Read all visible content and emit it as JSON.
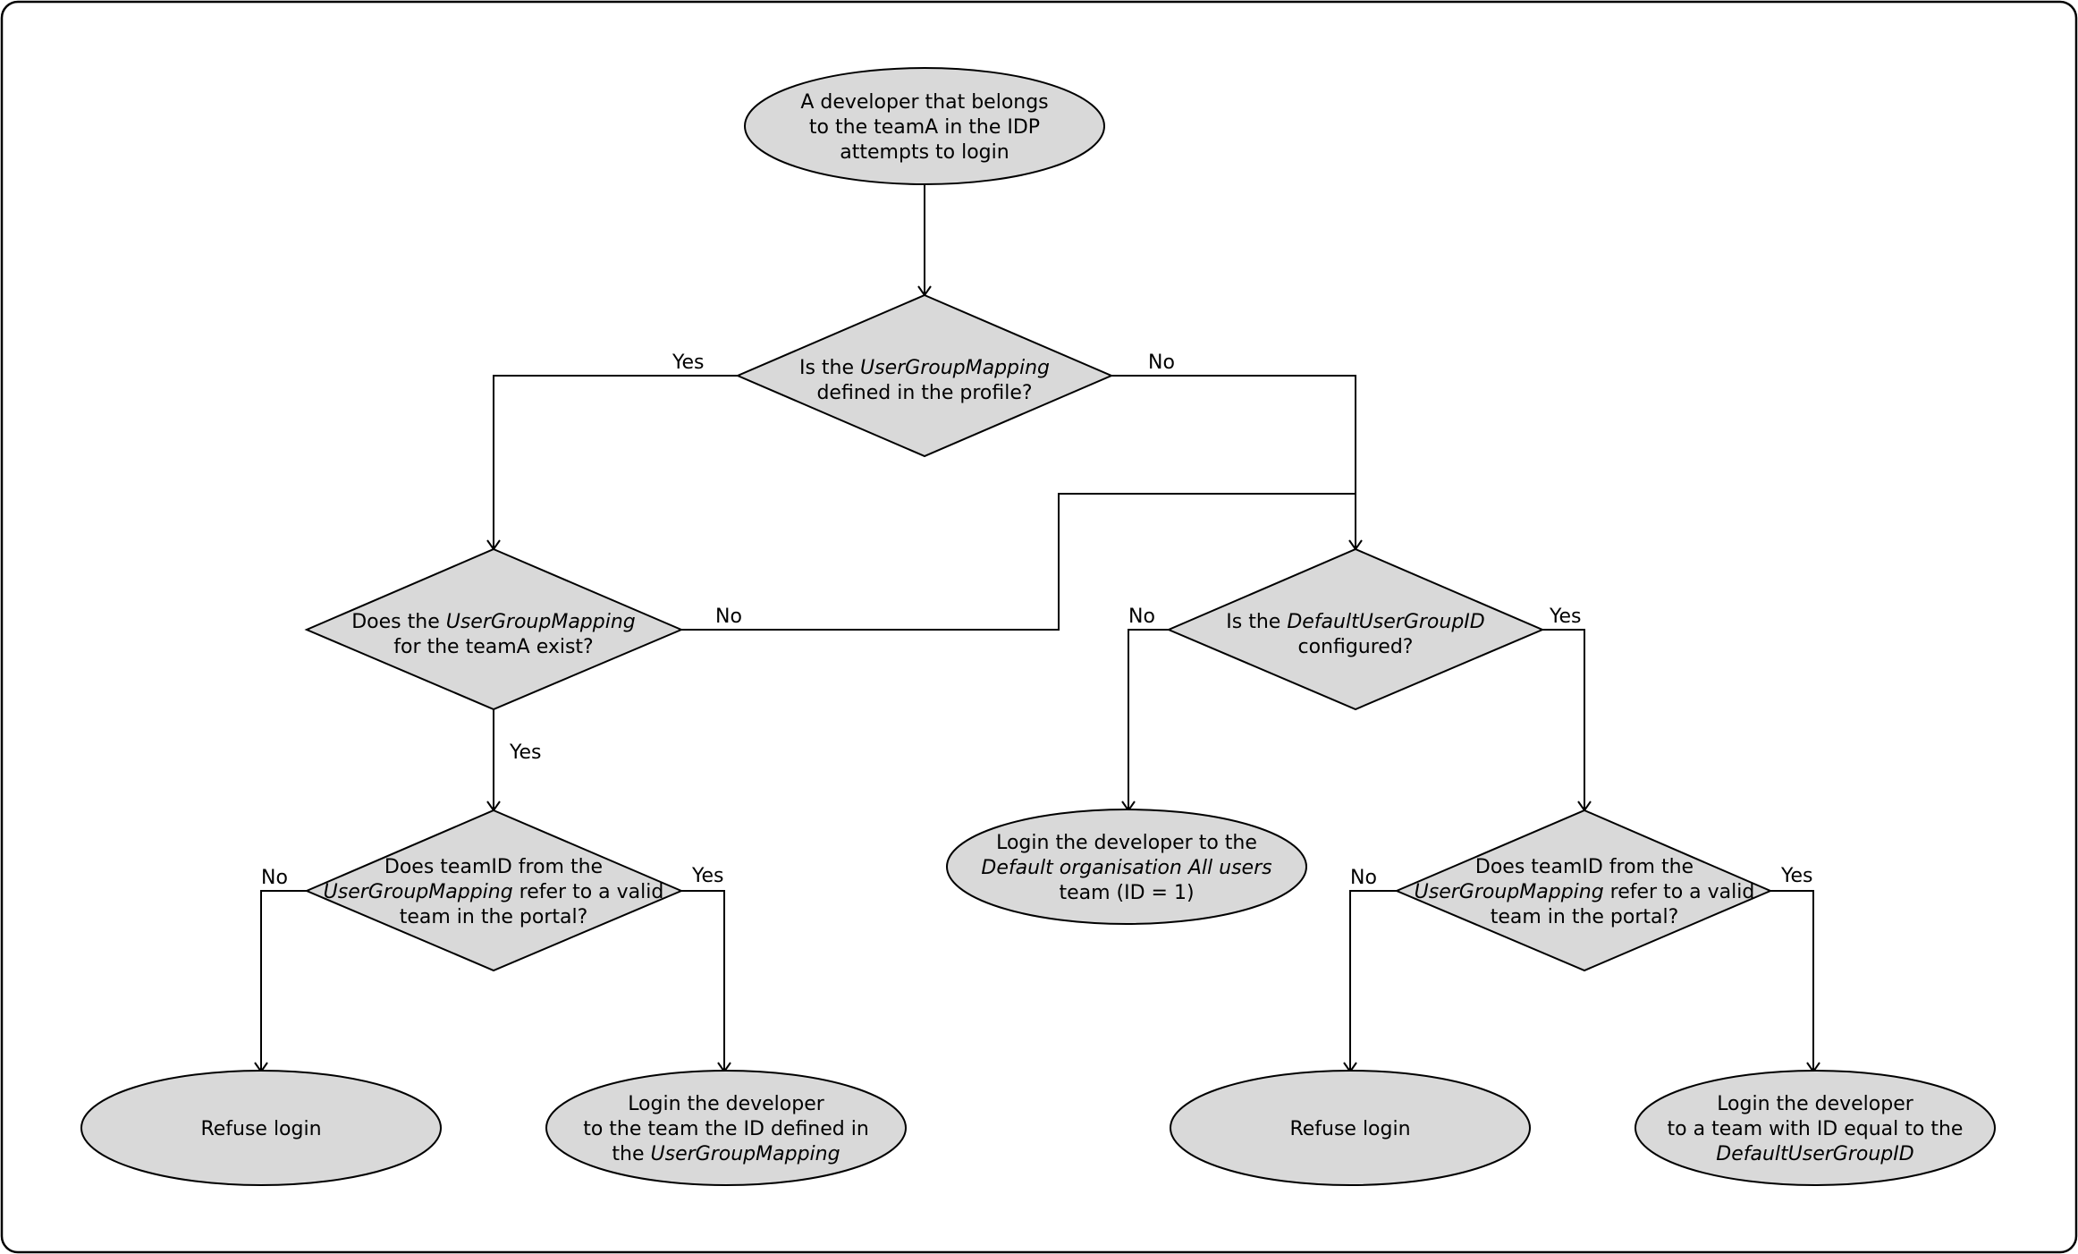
{
  "nodes": {
    "start": {
      "lines": [
        [
          {
            "t": "A developer that belongs"
          }
        ],
        [
          {
            "t": "to the teamA in the IDP"
          }
        ],
        [
          {
            "t": "attempts to login"
          }
        ]
      ]
    },
    "mapping_defined": {
      "lines": [
        [
          {
            "t": "Is the "
          },
          {
            "t": "UserGroupMapping",
            "i": true
          }
        ],
        [
          {
            "t": "defined in the profile?"
          }
        ]
      ]
    },
    "mapping_exists": {
      "lines": [
        [
          {
            "t": "Does the "
          },
          {
            "t": "UserGroupMapping",
            "i": true
          }
        ],
        [
          {
            "t": "for the teamA exist?"
          }
        ]
      ]
    },
    "default_configured": {
      "lines": [
        [
          {
            "t": "Is the "
          },
          {
            "t": "DefaultUserGroupID",
            "i": true
          }
        ],
        [
          {
            "t": "configured?"
          }
        ]
      ]
    },
    "team_valid_left": {
      "lines": [
        [
          {
            "t": "Does teamID from the"
          }
        ],
        [
          {
            "t": "UserGroupMapping",
            "i": true
          },
          {
            "t": " refer to a valid"
          }
        ],
        [
          {
            "t": "team in the portal?"
          }
        ]
      ]
    },
    "login_default_org": {
      "lines": [
        [
          {
            "t": "Login the developer to the"
          }
        ],
        [
          {
            "t": "Default organisation All users",
            "i": true
          }
        ],
        [
          {
            "t": "team (ID = 1)"
          }
        ]
      ]
    },
    "team_valid_right": {
      "lines": [
        [
          {
            "t": "Does teamID from the"
          }
        ],
        [
          {
            "t": "UserGroupMapping",
            "i": true
          },
          {
            "t": " refer to a valid"
          }
        ],
        [
          {
            "t": "team in the portal?"
          }
        ]
      ]
    },
    "refuse_left": {
      "lines": [
        [
          {
            "t": "Refuse login"
          }
        ]
      ]
    },
    "login_mapping": {
      "lines": [
        [
          {
            "t": "Login the developer"
          }
        ],
        [
          {
            "t": "to the team the ID defined in"
          }
        ],
        [
          {
            "t": "the "
          },
          {
            "t": "UserGroupMapping",
            "i": true
          }
        ]
      ]
    },
    "refuse_right": {
      "lines": [
        [
          {
            "t": "Refuse login"
          }
        ]
      ]
    },
    "login_default_id": {
      "lines": [
        [
          {
            "t": "Login the developer"
          }
        ],
        [
          {
            "t": "to a team with ID equal to the"
          }
        ],
        [
          {
            "t": "DefaultUserGroupID",
            "i": true
          }
        ]
      ]
    }
  },
  "edge_labels": {
    "defined_yes": "Yes",
    "defined_no": "No",
    "exists_no": "No",
    "exists_yes": "Yes",
    "default_no": "No",
    "default_yes": "Yes",
    "left_valid_no": "No",
    "left_valid_yes": "Yes",
    "right_valid_no": "No",
    "right_valid_yes": "Yes"
  }
}
